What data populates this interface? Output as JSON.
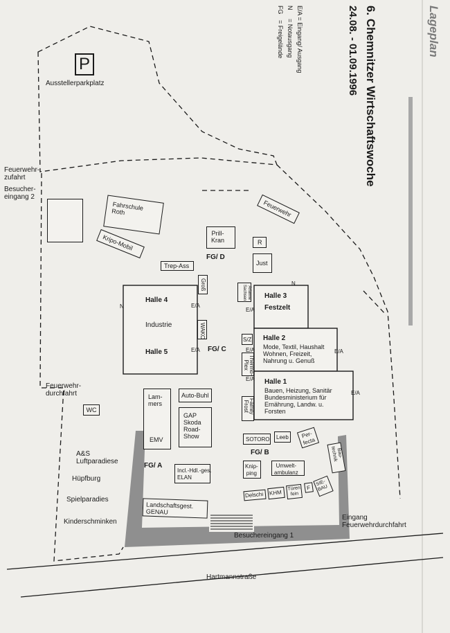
{
  "header": {
    "section_label": "Lageplan",
    "title": "6. Chemnitzer Wirtschaftswoche",
    "dates": "24.08. - 01.09.1996",
    "legend": [
      {
        "code": "E/A",
        "text": "= Eingang/ Ausgang"
      },
      {
        "code": "N",
        "text": "= Notausgang"
      },
      {
        "code": "FG",
        "text": "= Freigelände"
      }
    ]
  },
  "parking": {
    "symbol": "P",
    "label": "Ausstellerparkplatz"
  },
  "left_labels": {
    "fire_access_1": "Feuerwehr-\nzufahrt",
    "visitor_entrance_2": "Besucher-\neingang 2",
    "fire_passage": "Feuerwehr-\ndurchfahrt",
    "wc": "WC",
    "luftparadiese": "A&S\nLuftparadiese",
    "huepfburg": "Hüpfburg",
    "spielparadies": "Spielparadies",
    "kinderschminken": "Kinderschminken"
  },
  "stands": {
    "fahrschule": "Fahrschule\nRoth",
    "kripo": "Kripo-Mobil",
    "feuerwehr": "Feuerwehr",
    "prill": "Prill-\nKran",
    "r": "R",
    "just": "Just",
    "trep": "Trep-Ass",
    "gross": "Groß",
    "arlanne": "Arlanne\nSachsen",
    "wako": "WAKO",
    "sz": "S/Z",
    "thermoplex": "Thermo-\nPlex",
    "family": "Family\nFrost",
    "lammers": "Lam-\nmers",
    "emv": "EMV",
    "autobuhl": "Auto-Buhl",
    "gap": "GAP\nSkoda\nRoad-\nShow",
    "incl": "Incl.-Hdl.-ges.\nELAN",
    "landschaft": "Landschaftsgest.\nGENAU",
    "sotoro": "SOTORO",
    "leeb": "Leeb",
    "perfecta": "Per-\nfecta",
    "bautechnik": "Bau-\ntechnik",
    "knipping": "Knip-\nping",
    "umwelt": "Umwelt-\nambulanz",
    "delschi": "Delschi",
    "khm": "KHM",
    "tueren": "Türen\nfein",
    "ft": "F",
    "siebau": "SIE-\nBAU"
  },
  "halls": {
    "halle4": "Halle 4",
    "industrie": "Industrie",
    "halle5": "Halle 5",
    "halle3": "Halle 3",
    "festzelt": "Festzelt",
    "halle2": "Halle 2",
    "halle2_desc": "Mode, Textil, Haushalt\nWohnen, Freizeit,\nNahrung u. Genuß",
    "halle1": "Halle 1",
    "halle1_desc": "Bauen, Heizung, Sanitär\nBundesministerium für\nErnährung, Landw. u.\nForsten"
  },
  "areas": {
    "fg_a": "FG/ A",
    "fg_b": "FG/ B",
    "fg_c": "FG/ C",
    "fg_d": "FG/ D"
  },
  "markers": {
    "ea": "E/A",
    "n": "N"
  },
  "bottom": {
    "visitor_entrance_1": "Besuchereingang 1",
    "entrance_fire": "Eingang\nFeuerwehrdurchfahrt",
    "street": "Hartmannstraße"
  },
  "colors": {
    "paper": "#efeeea",
    "ink": "#1a1a1a",
    "paved": "#8f8f8f",
    "margin_bar": "#a8a8a8"
  }
}
